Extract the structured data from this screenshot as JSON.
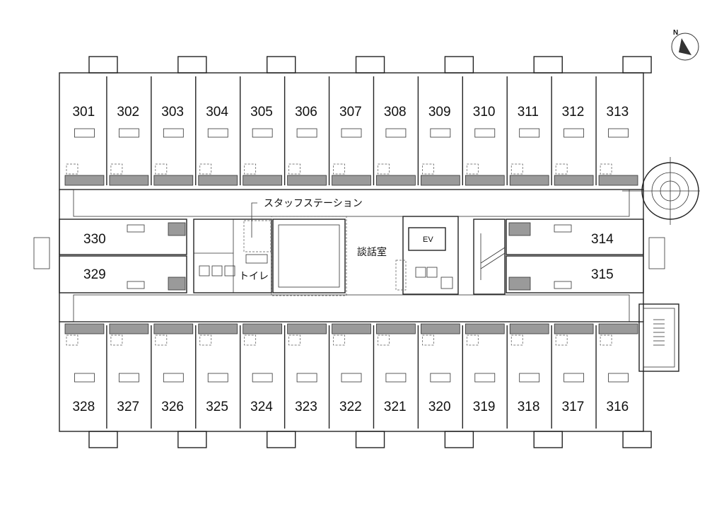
{
  "rooms_top": [
    "301",
    "302",
    "303",
    "304",
    "305",
    "306",
    "307",
    "308",
    "309",
    "310",
    "311",
    "312",
    "313"
  ],
  "rooms_bottom": [
    "328",
    "327",
    "326",
    "325",
    "324",
    "323",
    "322",
    "321",
    "320",
    "319",
    "318",
    "317",
    "316"
  ],
  "rooms_left": [
    "330",
    "329"
  ],
  "rooms_right": [
    "314",
    "315"
  ],
  "labels": {
    "staff_station": "スタッフステーション",
    "lounge": "談話室",
    "toilet": "トイレ",
    "elevator": "EV"
  },
  "compass": {
    "north": "N"
  },
  "colors": {
    "wall": "#222222",
    "fixture_gray": "#9a9a9a",
    "background": "#ffffff"
  }
}
